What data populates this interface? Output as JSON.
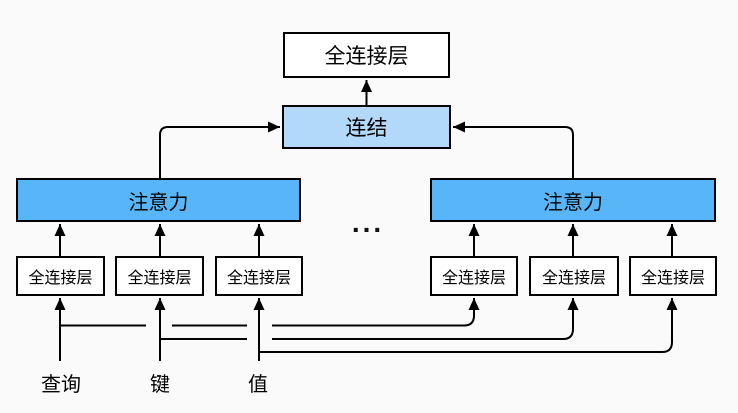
{
  "nodes": {
    "output_fc": "全连接层",
    "concat": "连结",
    "attention_left": "注意力",
    "attention_right": "注意力",
    "fc_left": [
      "全连接层",
      "全连接层",
      "全连接层"
    ],
    "fc_right": [
      "全连接层",
      "全连接层",
      "全连接层"
    ],
    "ellipsis": "...",
    "input_query": "查询",
    "input_key": "键",
    "input_value": "值"
  },
  "colors": {
    "background": "#FAFAFA",
    "attention_fill": "#58B6F8",
    "concat_fill": "#B3D9FA",
    "box_fill": "#FFFFFF",
    "line": "#000000"
  }
}
